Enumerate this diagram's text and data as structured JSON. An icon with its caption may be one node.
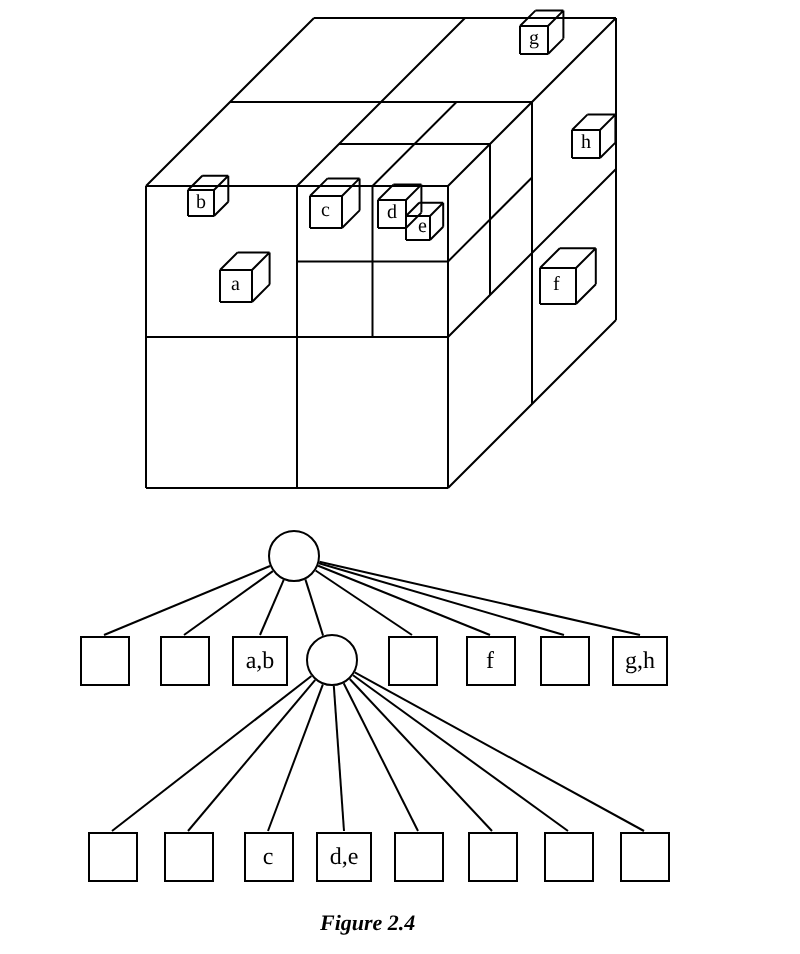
{
  "diagram": {
    "caption": "Figure 2.4",
    "nodes": [
      {
        "text": [],
        "shape": "circle"
      },
      {
        "text": [],
        "shape": "box"
      },
      {
        "text": [],
        "shape": "box"
      },
      {
        "text": [
          "a,b"
        ]
      },
      {
        "text": [],
        "shape": "circle"
      },
      {
        "text": [],
        "shape": "box"
      },
      {
        "text": [
          "f"
        ]
      },
      {
        "text": [],
        "shape": "box"
      },
      {
        "text": [
          "g,h"
        ]
      },
      {
        "text": [],
        "shape": "box"
      },
      {
        "text": [],
        "shape": "box"
      },
      {
        "text": [
          "c"
        ]
      },
      {
        "text": [
          "d,e"
        ]
      },
      {
        "text": [],
        "shape": "box"
      },
      {
        "text": [],
        "shape": "box"
      },
      {
        "text": [],
        "shape": "box"
      },
      {
        "text": [],
        "shape": "box"
      }
    ],
    "edges": [
      {
        "from": 0,
        "to": 1,
        "arrow": "none"
      },
      {
        "from": 0,
        "to": 2,
        "arrow": "none"
      },
      {
        "from": 0,
        "to": 3,
        "arrow": "none"
      },
      {
        "from": 0,
        "to": 4,
        "arrow": "none"
      },
      {
        "from": 0,
        "to": 5,
        "arrow": "none"
      },
      {
        "from": 0,
        "to": 6,
        "arrow": "none"
      },
      {
        "from": 0,
        "to": 7,
        "arrow": "none"
      },
      {
        "from": 0,
        "to": 8,
        "arrow": "none"
      },
      {
        "from": 4,
        "to": 9,
        "arrow": "none"
      },
      {
        "from": 4,
        "to": 10,
        "arrow": "none"
      },
      {
        "from": 4,
        "to": 11,
        "arrow": "none"
      },
      {
        "from": 4,
        "to": 12,
        "arrow": "none"
      },
      {
        "from": 4,
        "to": 13,
        "arrow": "none"
      },
      {
        "from": 4,
        "to": 14,
        "arrow": "none"
      },
      {
        "from": 4,
        "to": 15,
        "arrow": "none"
      },
      {
        "from": 4,
        "to": 16,
        "arrow": "none"
      }
    ],
    "labels": [
      "g",
      "h",
      "b",
      "c",
      "d",
      "e",
      "a",
      "f"
    ]
  }
}
